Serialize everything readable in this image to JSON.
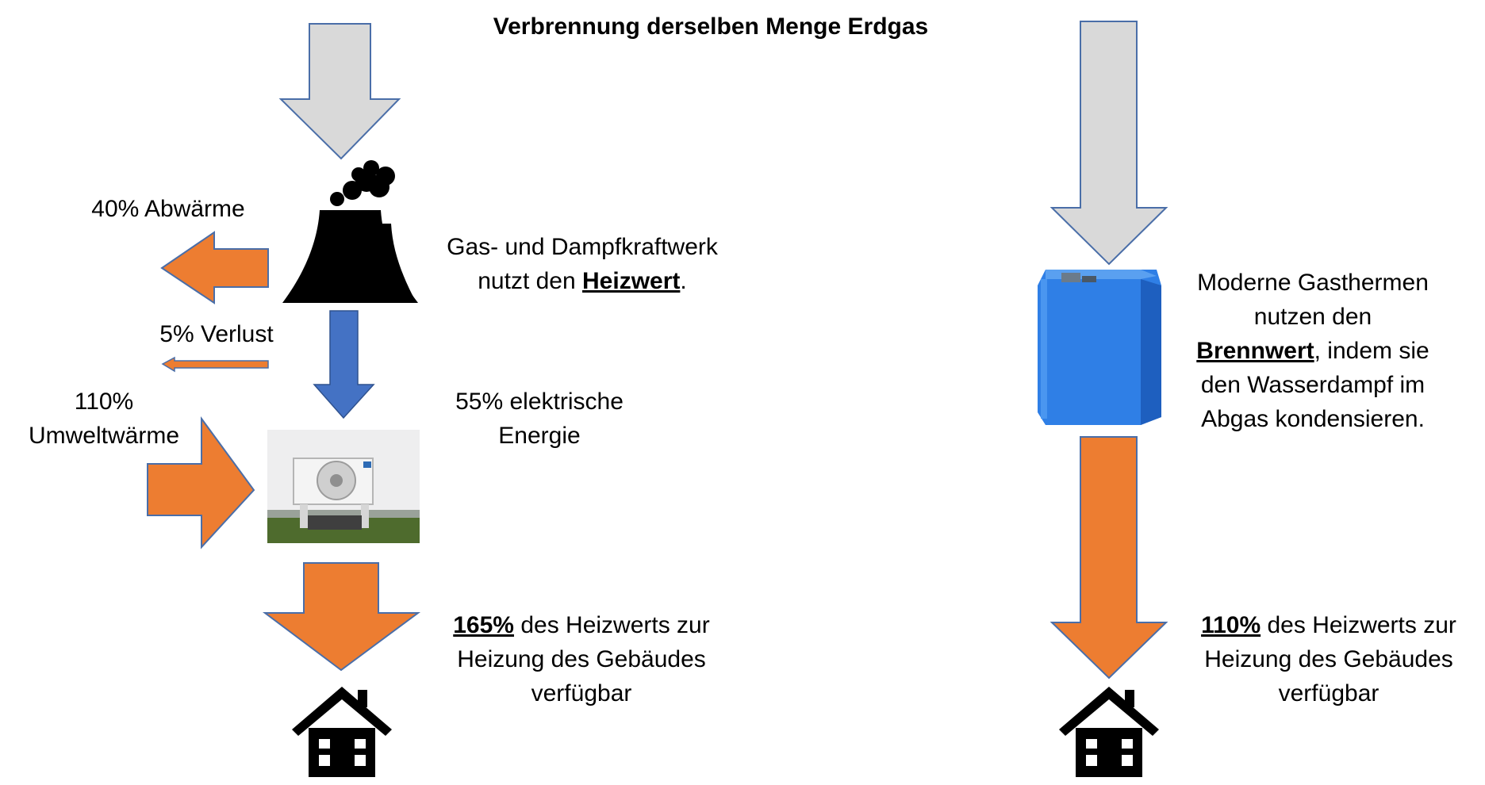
{
  "title": "Verbrennung derselben Menge Erdgas",
  "left": {
    "waste_heat": "40% Abwärme",
    "loss": "5% Verlust",
    "env_heat_line1": "110%",
    "env_heat_line2": "Umweltwärme",
    "plant_line1": "Gas- und Dampfkraftwerk",
    "plant_line2_prefix": "nutzt den ",
    "plant_line2_bold": "Heizwert",
    "plant_line2_suffix": ".",
    "electric_line1": "55% elektrische",
    "electric_line2": "Energie",
    "result_bold": "165%",
    "result_line1_rest": " des Heizwerts zur",
    "result_line2": "Heizung des Gebäudes",
    "result_line3": "verfügbar"
  },
  "right": {
    "boiler_line1": "Moderne Gasthermen",
    "boiler_line2": "nutzen den",
    "boiler_line3_bold": "Brennwert",
    "boiler_line3_rest": ", indem sie",
    "boiler_line4": "den Wasserdampf im",
    "boiler_line5": "Abgas kondensieren.",
    "result_bold": "110%",
    "result_line1_rest": " des Heizwerts zur",
    "result_line2": "Heizung des Gebäudes",
    "result_line3": "verfügbar"
  },
  "colors": {
    "gas_arrow": "#d9d9d9",
    "gas_arrow_stroke": "#4a6ea8",
    "heat_arrow": "#ed7d31",
    "heat_arrow_stroke": "#4a6ea8",
    "electric_arrow": "#4472c4",
    "boiler": "#2f7fe6"
  },
  "icons": [
    "power-plant-icon",
    "heat-pump-image",
    "gas-boiler-image",
    "house-icon"
  ]
}
